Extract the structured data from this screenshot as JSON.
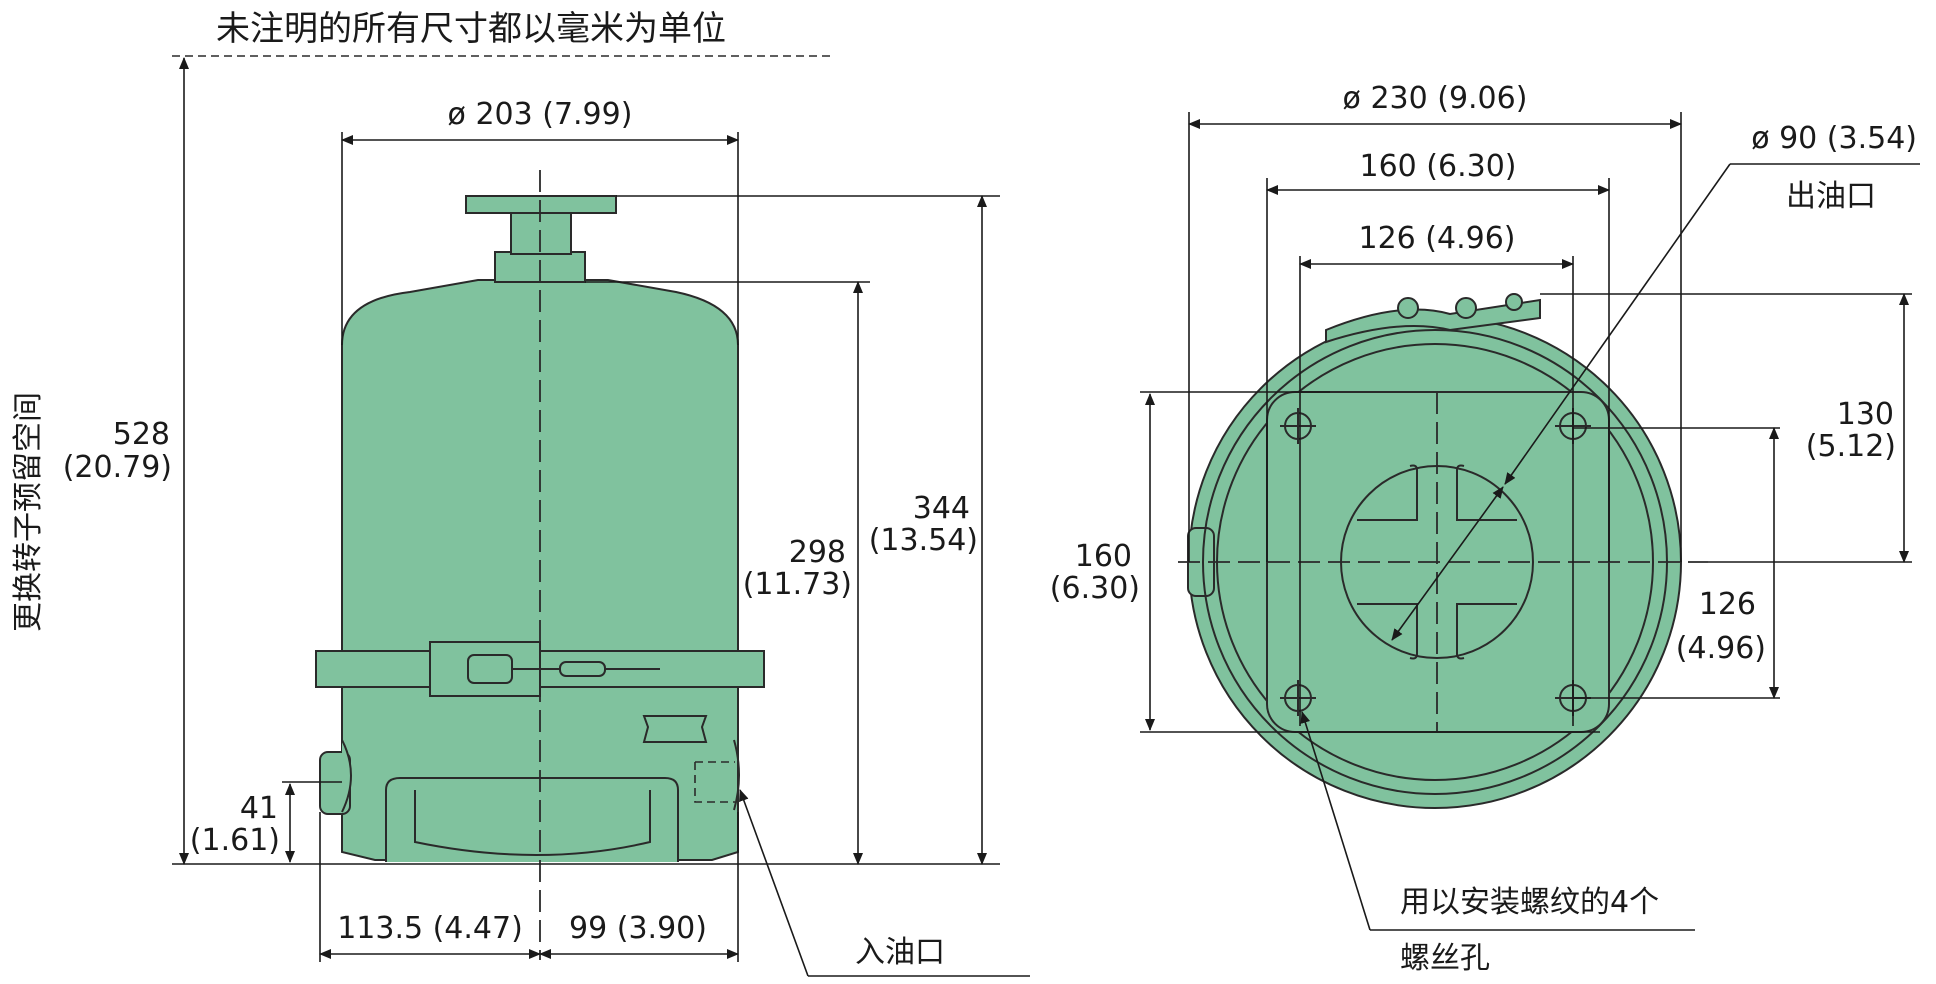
{
  "header": {
    "note": "未注明的所有尺寸都以毫米为单位"
  },
  "colors": {
    "body": "#80c29e",
    "line": "#1a1a1a",
    "background": "#ffffff"
  },
  "side_view": {
    "clearance_label": "更换转子预留空间",
    "overall_height": {
      "mm": "528",
      "inch": "(20.79)"
    },
    "top_diameter": "ø 203 (7.99)",
    "height_344": {
      "mm": "344",
      "inch": "(13.54)"
    },
    "height_298": {
      "mm": "298",
      "inch": "(11.73)"
    },
    "inlet_height": {
      "mm": "41",
      "inch": "(1.61)"
    },
    "offset_left": "113.5 (4.47)",
    "offset_right": "99 (3.90)",
    "inlet_label": "入油口"
  },
  "top_view": {
    "outer_diameter": "ø 230 (9.06)",
    "width_160": "160 (6.30)",
    "width_126": "126 (4.96)",
    "outlet_diameter": "ø 90 (3.54)",
    "outlet_label": "出油口",
    "dim_130": {
      "mm": "130",
      "inch": "(5.12)"
    },
    "dim_126": {
      "mm": "126",
      "inch": "(4.96)"
    },
    "dim_160": {
      "mm": "160",
      "inch": "(6.30)"
    },
    "holes_label_line1": "用以安装螺纹的4个",
    "holes_label_line2": "螺丝孔"
  }
}
